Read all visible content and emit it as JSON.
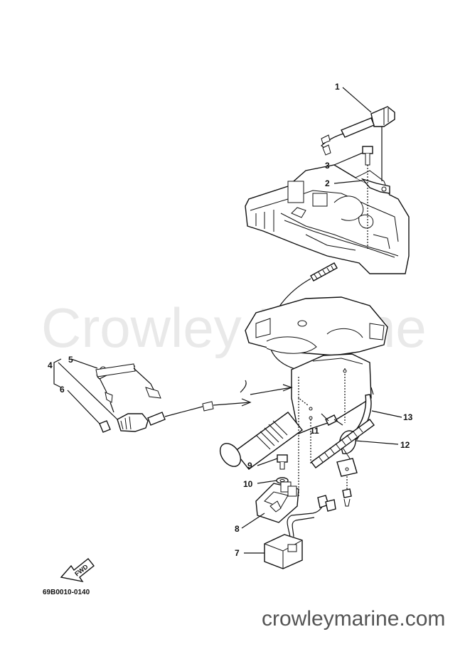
{
  "watermark": "Crowley Marine",
  "footer_url": "crowleymarine.com",
  "diagram_code": "69B0010-0140",
  "fwd_label": "FWD",
  "callouts": {
    "c1": "1",
    "c2": "2",
    "c3": "3",
    "c4": "4",
    "c5": "5",
    "c6": "6",
    "c7": "7",
    "c8": "8",
    "c9": "9",
    "c10": "10",
    "c11": "11",
    "c12": "12",
    "c13": "13"
  },
  "icons": {
    "fwd": "fwd-arrow-icon"
  }
}
